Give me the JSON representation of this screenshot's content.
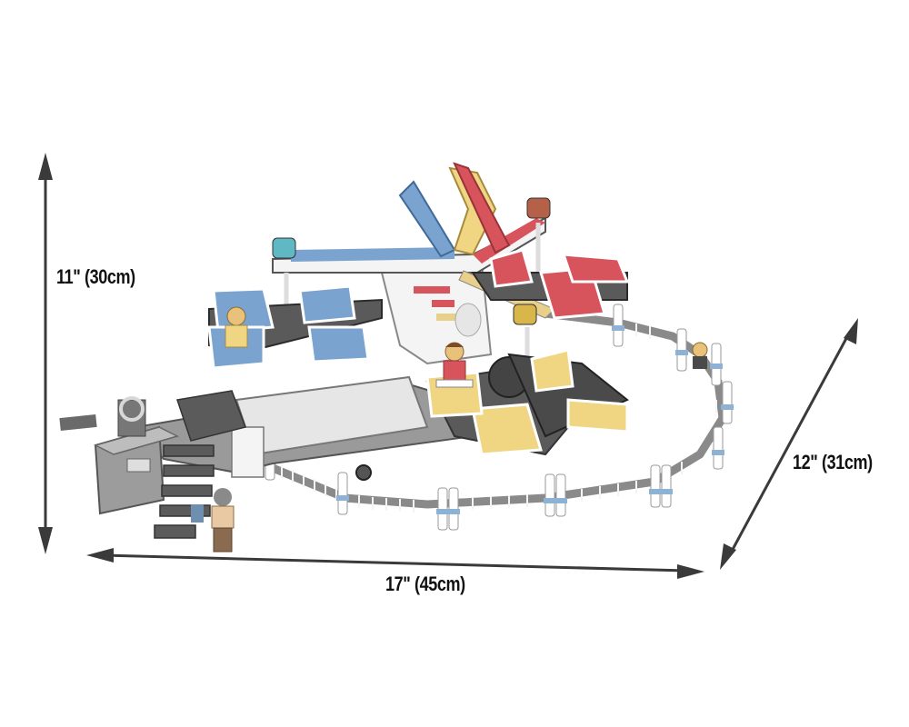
{
  "product": {
    "subject": "lego-fairground-mixer-ride",
    "colors": {
      "arrow": "#3a3a3a",
      "frame_white": "#f2f2f2",
      "frame_dark": "#4a4a4a",
      "fence_gray": "#8a8a8a",
      "fence_post_blue": "#8eb2d4",
      "seat_blue": "#6f9dcc",
      "seat_red": "#d8545c",
      "seat_tan": "#e8cf8a",
      "baseplate_gray": "#6c6c6c",
      "figure_skin": "#e8c27a"
    }
  },
  "dimensions": {
    "height": {
      "label": "11\" (30cm)"
    },
    "width": {
      "label": "17\" (45cm)"
    },
    "depth": {
      "label": "12\" (31cm)"
    }
  }
}
